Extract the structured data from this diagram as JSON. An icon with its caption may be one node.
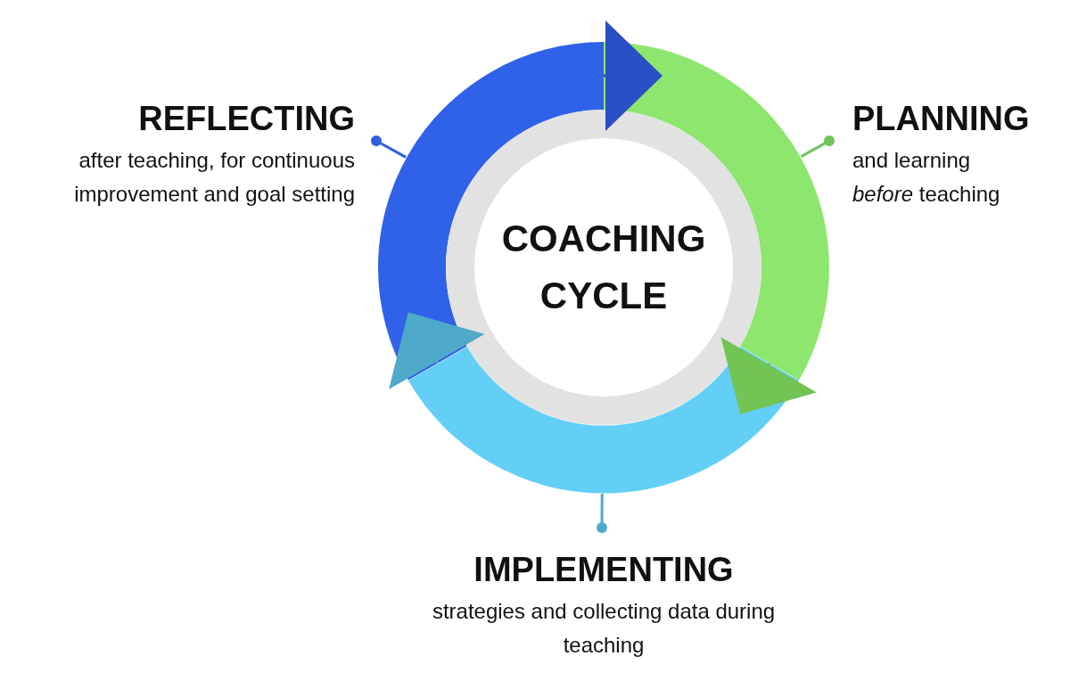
{
  "diagram": {
    "nodes": [
      {
        "text": [
          "COACHING CYCLE"
        ]
      },
      {
        "text": [
          "REFLECTING",
          "after teaching, for continuous improvement and goal setting"
        ]
      },
      {
        "text": [
          "PLANNING",
          "and learning *before* teaching"
        ]
      },
      {
        "text": [
          "IMPLEMENTING",
          "strategies and collecting data during teaching"
        ]
      },
      {
        "text": [],
        "shape": "arc"
      },
      {
        "text": [],
        "shape": "arc"
      },
      {
        "text": [],
        "shape": "arc"
      }
    ],
    "edges": [
      {
        "from": 1,
        "to": 4,
        "arrow": "other",
        "color": "#2f5fe0"
      },
      {
        "from": 2,
        "to": 5,
        "arrow": "other",
        "color": "#6cc45a"
      },
      {
        "from": 3,
        "to": 6,
        "arrow": "other",
        "color": "#4fa9cc"
      },
      {
        "from": 4,
        "to": 5,
        "arrow": "to",
        "color": "#2a4fc4"
      },
      {
        "from": 5,
        "to": 6,
        "arrow": "to",
        "color": "#72c455"
      },
      {
        "from": 6,
        "to": 4,
        "arrow": "to",
        "color": "#4fa9c9"
      }
    ]
  }
}
